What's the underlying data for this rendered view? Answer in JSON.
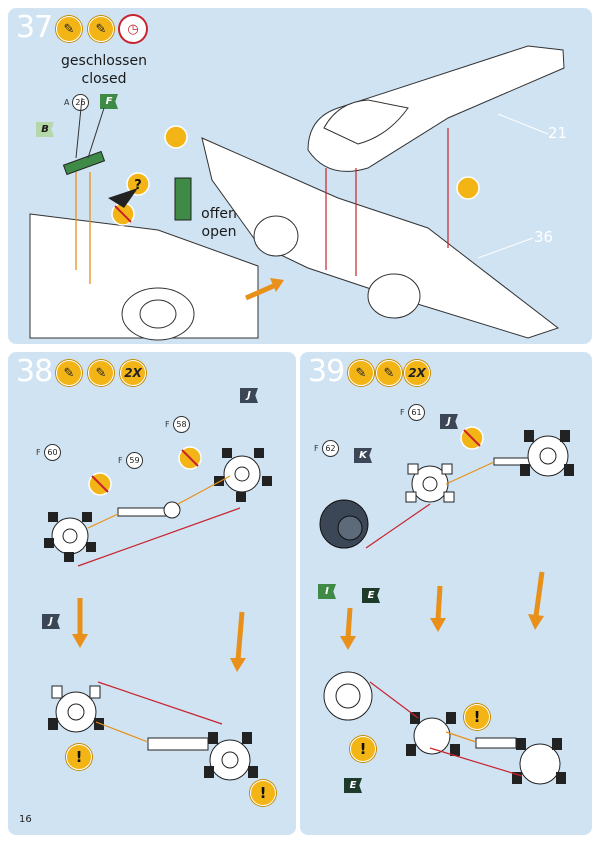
{
  "steps": [
    {
      "number": "37",
      "labels": {
        "closed_de": "geschlossen",
        "closed_en": "closed",
        "open_de": "offen",
        "open_en": "open"
      },
      "parts": [
        {
          "sprue": "A",
          "number": "26"
        }
      ],
      "flags": [
        "B",
        "F"
      ],
      "callouts": [
        "21",
        "36"
      ],
      "icons": [
        "glue-icon",
        "paint-icon",
        "clock-icon"
      ]
    },
    {
      "number": "38",
      "badges": [
        "glue-icon",
        "paint-icon",
        "2X"
      ],
      "parts": [
        {
          "sprue": "F",
          "number": "60"
        },
        {
          "sprue": "F",
          "number": "59"
        },
        {
          "sprue": "F",
          "number": "58"
        }
      ],
      "flags": [
        "J",
        "J"
      ],
      "warnings": [
        "!",
        "!"
      ]
    },
    {
      "number": "39",
      "badges": [
        "glue-icon",
        "paint-icon",
        "2X"
      ],
      "parts": [
        {
          "sprue": "F",
          "number": "62"
        },
        {
          "sprue": "F",
          "number": "61"
        }
      ],
      "flags": [
        "K",
        "J",
        "I",
        "E",
        "E"
      ],
      "warnings": [
        "!",
        "!"
      ]
    }
  ],
  "page_number": "16",
  "colors": {
    "panel": "#cfe3f3",
    "accent": "#f3b516",
    "arrow_red": "#c8232c",
    "arrow_orange": "#e8901a",
    "flag_dark": "#3b4757",
    "flag_green": "#3f8a46",
    "flag_light_green": "#b6d7a8"
  }
}
